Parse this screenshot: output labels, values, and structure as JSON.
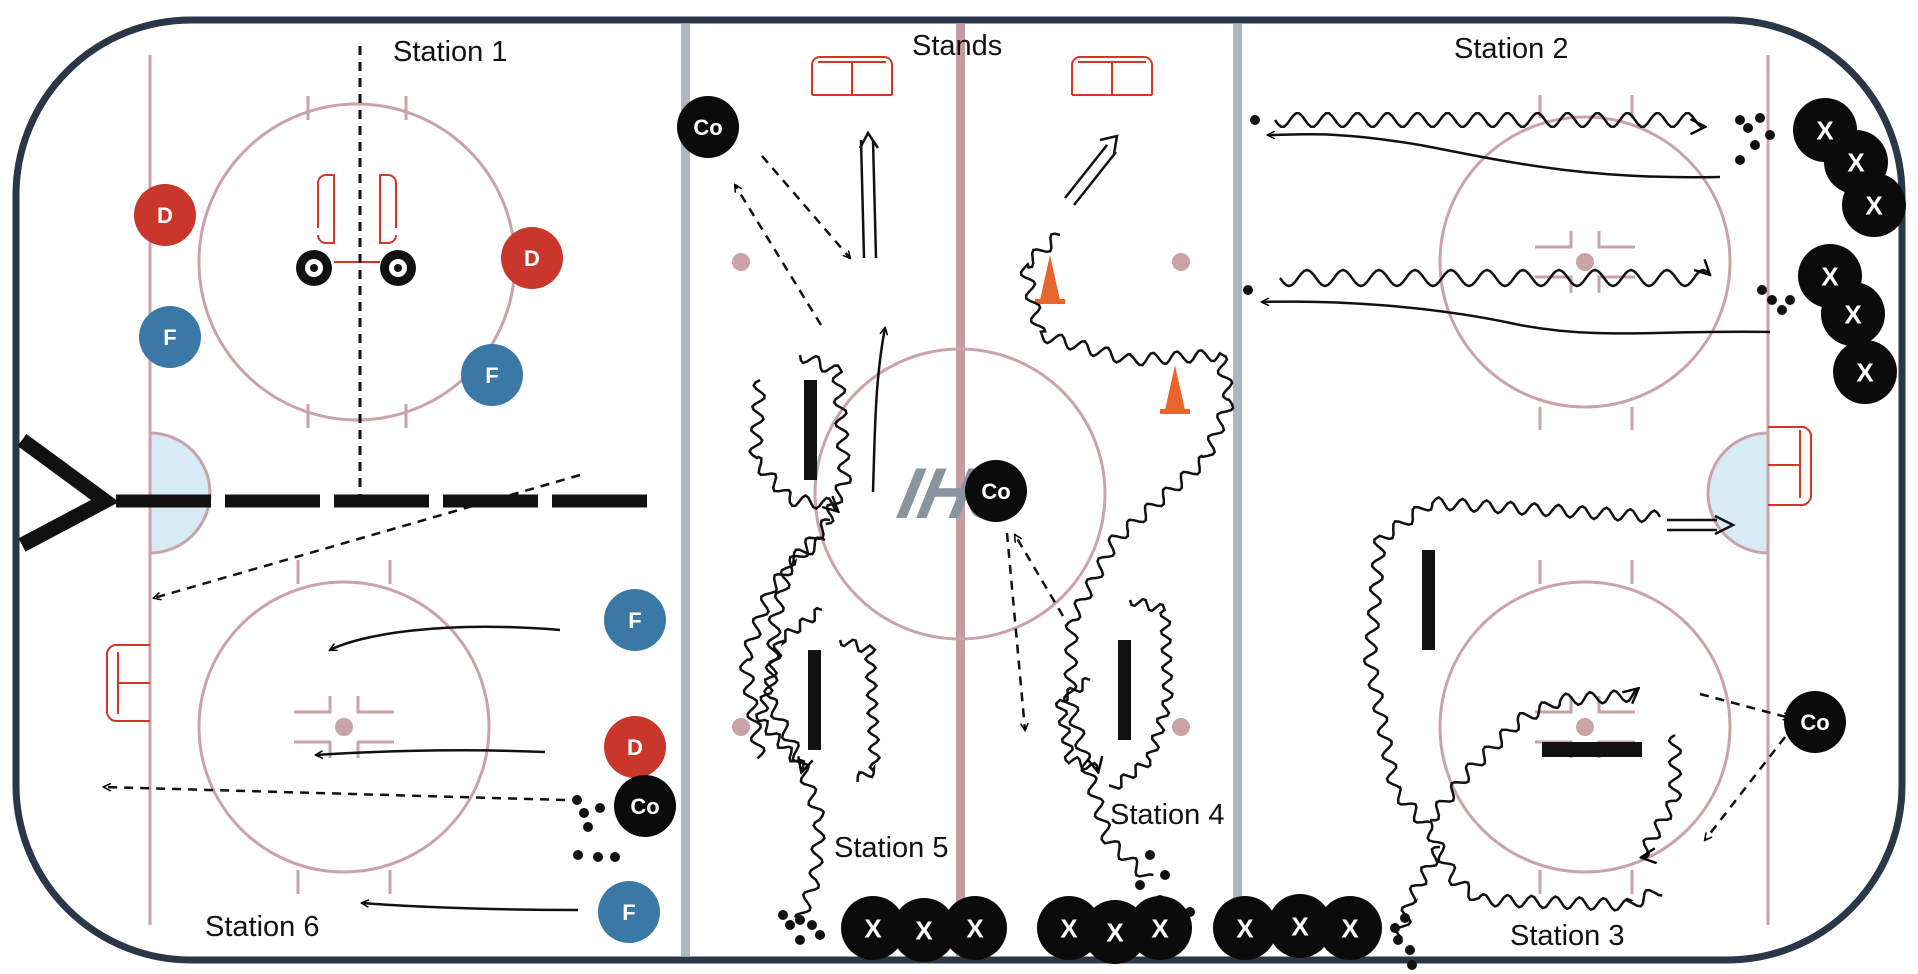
{
  "colors": {
    "rink_border": "#2b3648",
    "rink_line": "#c9a3a8",
    "red_line": "#c59ca2",
    "blue_line": "#aeb6bf",
    "crease": "#d6ebf5",
    "net": "#d5362a",
    "defense_token": "#c9362b",
    "forward_token": "#3a79a6",
    "coach_token": "#0b0b0b",
    "player_token": "#0b0b0b",
    "cone": "#e8652f",
    "logo": "#8a93a0"
  },
  "labels": {
    "station1": "Station 1",
    "station2": "Station 2",
    "station3": "Station 3",
    "station4": "Station 4",
    "station5": "Station 5",
    "station6": "Station 6",
    "stands": "Stands"
  },
  "tokens": {
    "coach": "Co",
    "player": "X",
    "defense": "D",
    "forward": "F"
  },
  "logo_text": "IHS",
  "icons": [
    "net-icon",
    "cone-icon",
    "puck-icon",
    "tire-icon",
    "stick-obstacle-icon",
    "goal-symbol-icon"
  ]
}
